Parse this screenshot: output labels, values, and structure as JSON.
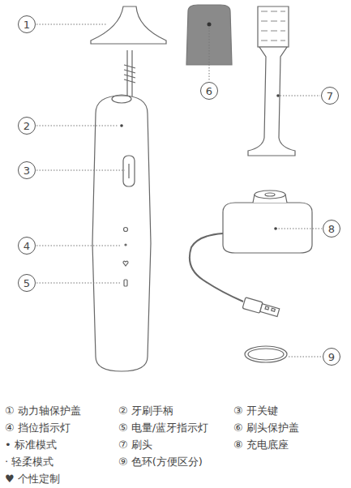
{
  "diagram": {
    "nodes": [
      {
        "text": [
          "1"
        ]
      },
      {
        "text": [
          "2"
        ]
      },
      {
        "text": [
          "3"
        ]
      },
      {
        "text": [
          "4"
        ]
      },
      {
        "text": [
          "5"
        ]
      },
      {
        "text": [
          "6"
        ]
      },
      {
        "text": [
          "7"
        ]
      },
      {
        "text": [
          "8"
        ]
      },
      {
        "text": [
          "9"
        ]
      }
    ],
    "labels": [
      "① 动力轴保护盖",
      "② 牙刷手柄",
      "③ 开关键",
      "④ 挡位指示灯",
      "⑤ 电量/蓝牙指示灯",
      "⑥ 刷头保护盖",
      "• 标准模式",
      "⑦ 刷头",
      "⑧ 充电底座",
      "· 轻柔模式",
      "⑨ 色环(方便区分)",
      "♥ 个性定制"
    ]
  }
}
